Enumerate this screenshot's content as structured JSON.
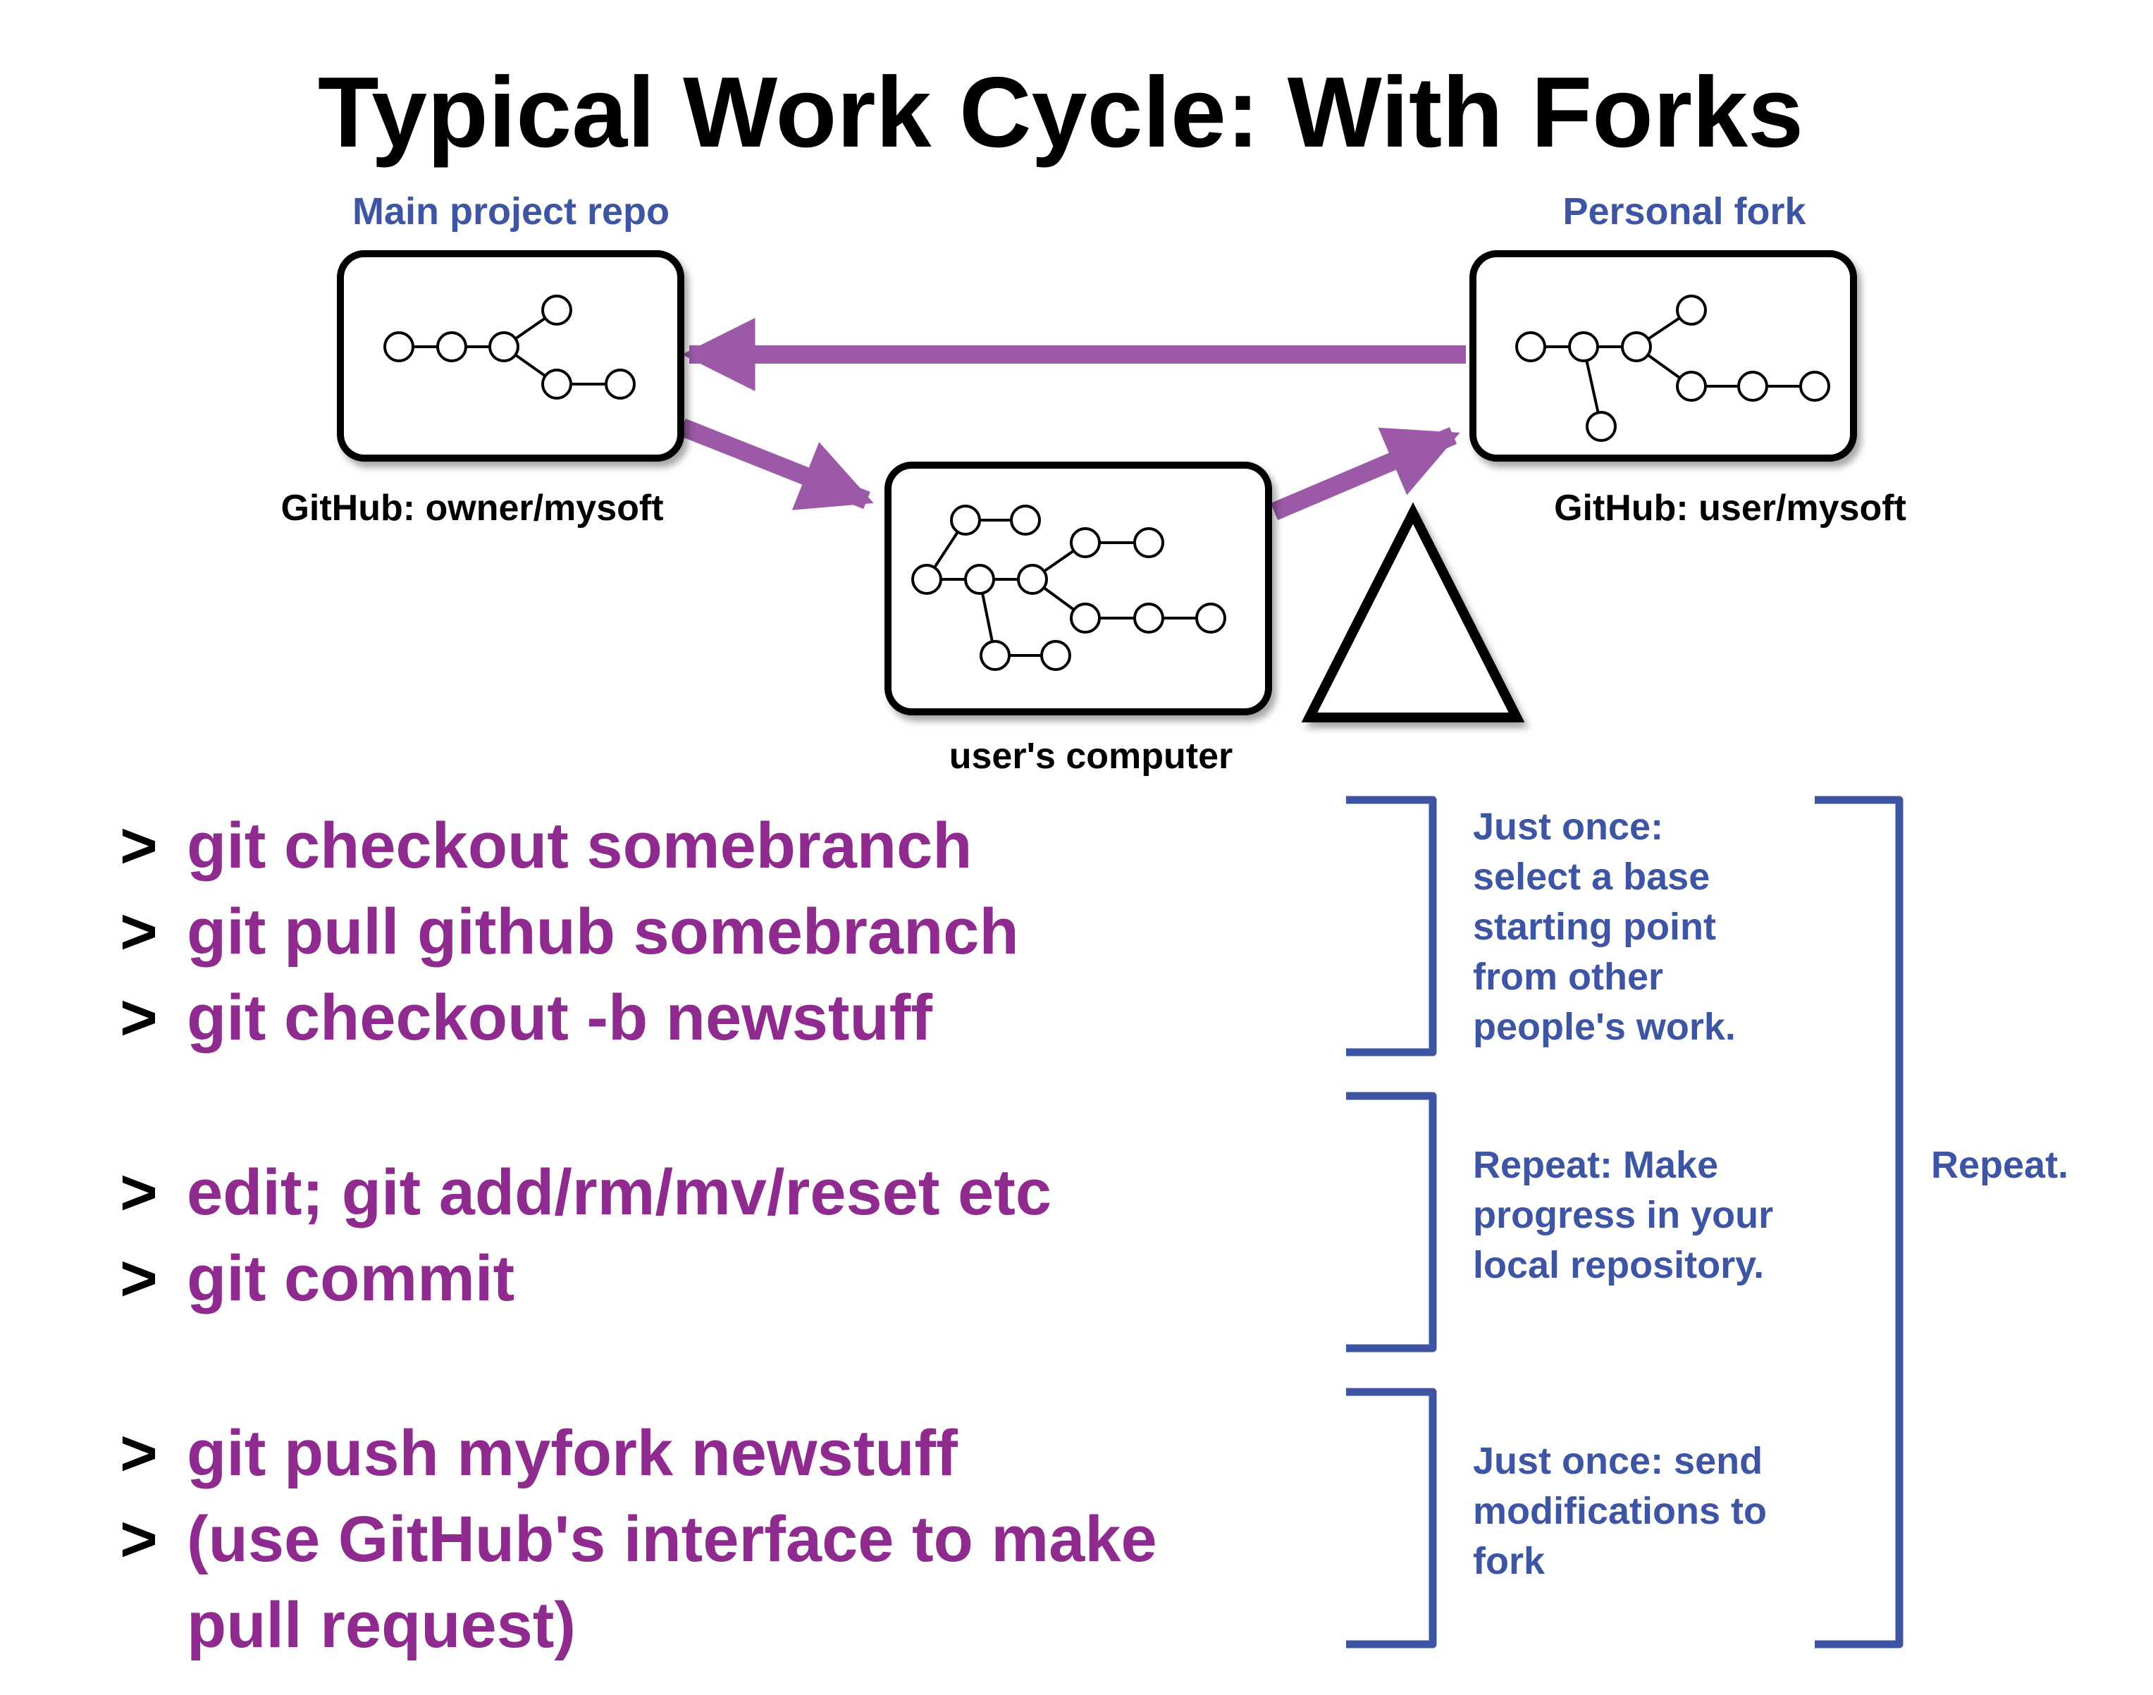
{
  "title": "Typical Work Cycle: With Forks",
  "repos": {
    "main": {
      "label": "Main project repo",
      "caption": "GitHub: owner/mysoft"
    },
    "fork": {
      "label": "Personal fork",
      "caption": "GitHub: user/mysoft"
    },
    "local": {
      "caption": "user's computer"
    }
  },
  "prompt": ">",
  "commands": [
    {
      "text": "git checkout somebranch"
    },
    {
      "text": "git pull github somebranch"
    },
    {
      "text": "git checkout -b newstuff"
    },
    {
      "text": "edit; git add/rm/mv/reset etc"
    },
    {
      "text": "git commit"
    },
    {
      "text": "git push myfork newstuff"
    },
    {
      "text": "(use GitHub's interface to make"
    },
    {
      "text": "pull request)"
    }
  ],
  "notes": {
    "setup": "Just once:\nselect a base\nstarting point\nfrom other\npeople's work.",
    "progress": "Repeat: Make\nprogress in your\nlocal repository.",
    "send": "Just once: send\nmodifications to\nfork",
    "repeat": "Repeat."
  },
  "colors": {
    "arrow": "#9b59a8",
    "command": "#8f2a8f",
    "note": "#3d55a3",
    "bracket": "#3d55a3"
  },
  "icons": [
    "git-graph-icon",
    "arrow-icon",
    "triangle-icon",
    "bracket-icon"
  ]
}
